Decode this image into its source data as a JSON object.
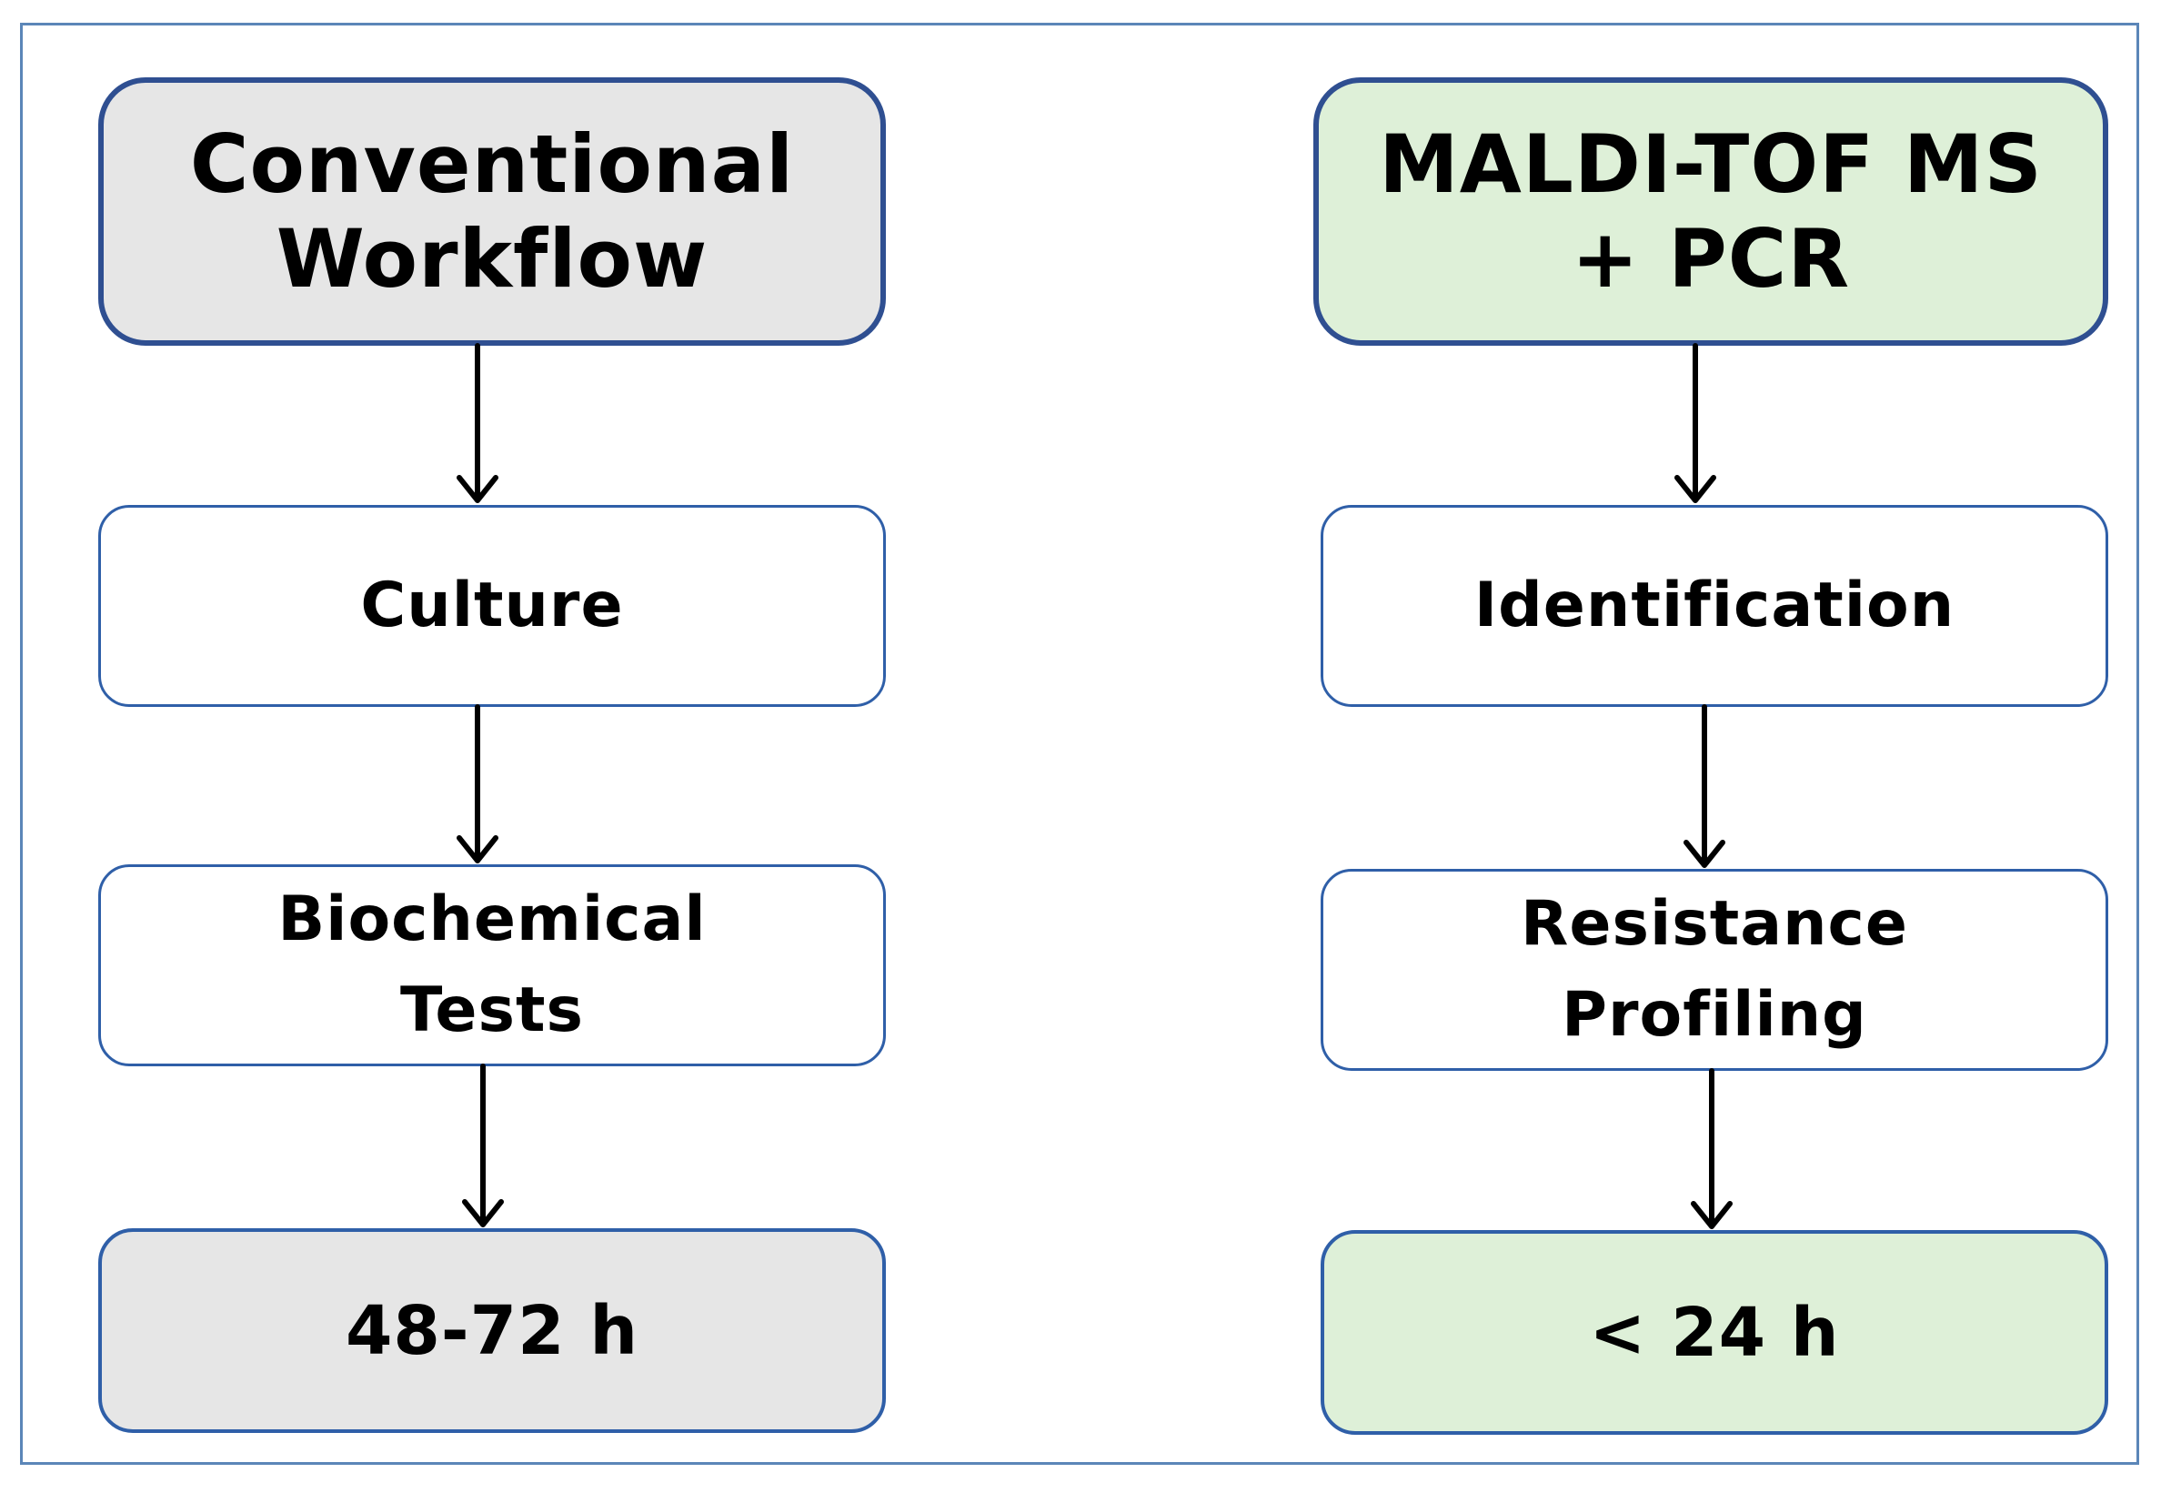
{
  "conventional": {
    "header": "Conventional\nWorkflow",
    "step1": "Culture",
    "step2": "Biochemical\nTests",
    "result": "48-72 h"
  },
  "maldi": {
    "header": "MALDI-TOF MS\n+ PCR",
    "step1": "Identification",
    "step2": "Resistance\nProfiling",
    "result": "< 24 h"
  },
  "colors": {
    "border": "#2f4f91",
    "grey_fill": "#e6e6e6",
    "green_fill": "#def0d8",
    "frame": "#5b86b8",
    "arrow": "#000000"
  }
}
